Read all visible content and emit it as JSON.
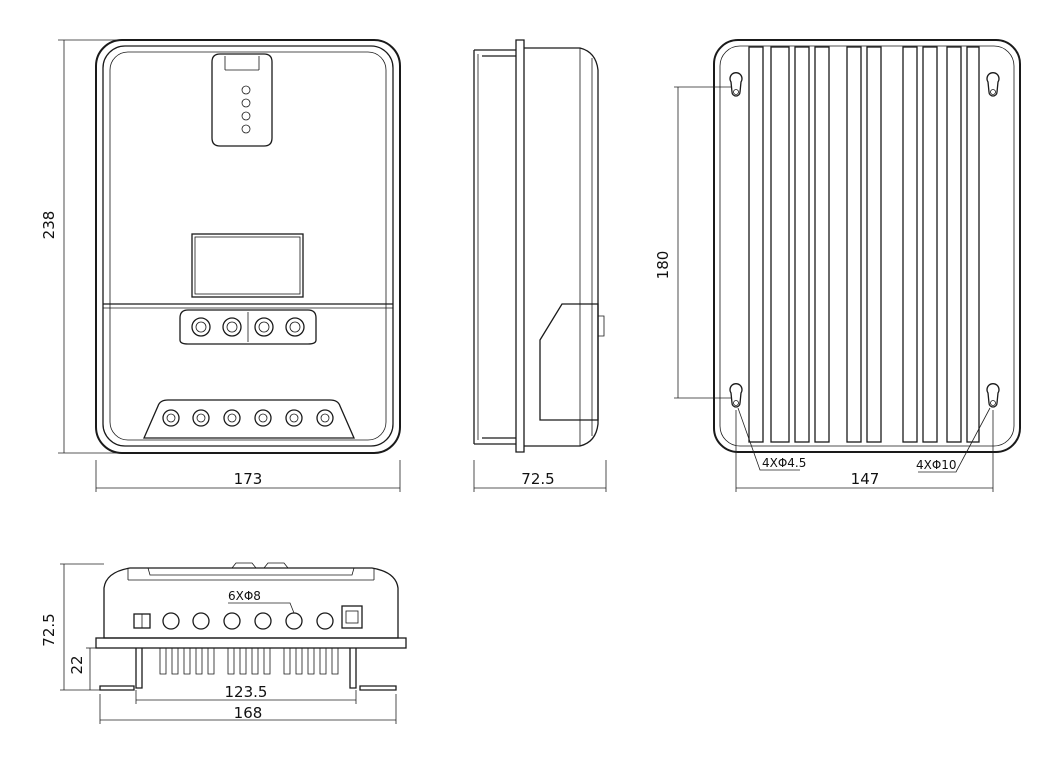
{
  "diagram": {
    "labels": {
      "front_height": "238",
      "front_width": "173",
      "side_depth": "72.5",
      "back_hole_spacing_v": "180",
      "back_hole_spacing_h": "147",
      "back_small_holes": "4XΦ4.5",
      "back_large_holes": "4XΦ10",
      "bottom_height": "72.5",
      "bottom_fin_height": "22",
      "bottom_inner_width": "123.5",
      "bottom_width": "168",
      "bottom_ports": "6XΦ8"
    },
    "front_leds": 4,
    "front_buttons": 4,
    "terminals": 6
  }
}
